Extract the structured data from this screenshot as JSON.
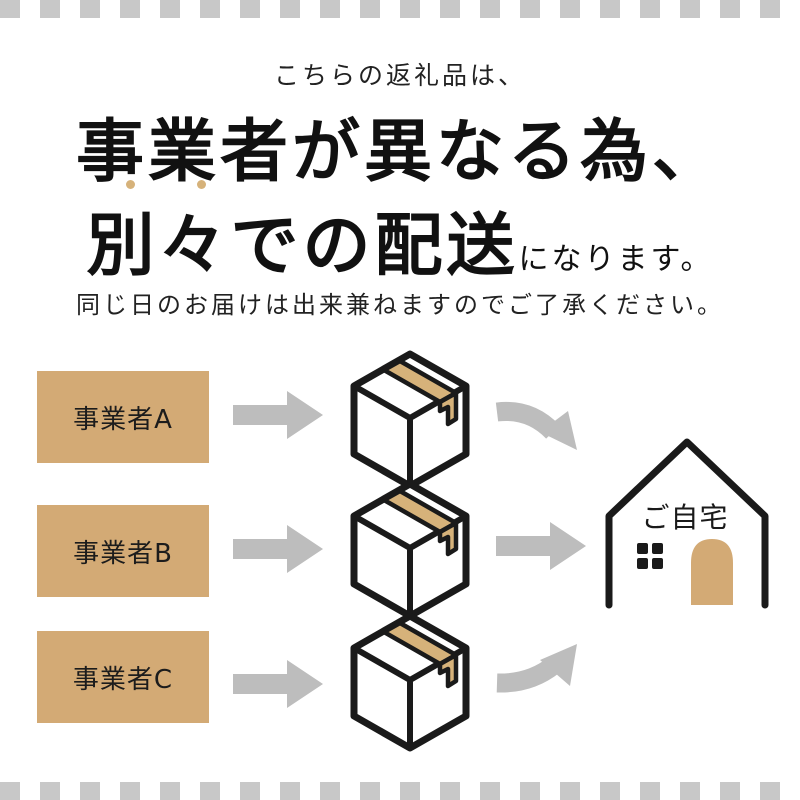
{
  "intro": "こちらの返礼品は、",
  "headline_line1": "事業者が異なる為、",
  "headline_line2": "別々での配送",
  "headline_line2_suffix": "になります。",
  "note": "同じ日のお届けは出来兼ねますのでご了承ください。",
  "vendors": [
    {
      "label": "事業者A"
    },
    {
      "label": "事業者B"
    },
    {
      "label": "事業者C"
    }
  ],
  "destination": {
    "label": "ご自宅"
  },
  "colors": {
    "accent_tan": "#d3aa75",
    "tape": "#d6b27a",
    "arrow_gray": "#bdbdbd",
    "border_gray": "#c8c8c8",
    "ink": "#1a1a1a"
  },
  "icons": {
    "package": "cardboard-box-icon",
    "home": "house-icon",
    "arrow": "right-arrow-icon",
    "curved_arrow": "curved-arrow-icon"
  }
}
